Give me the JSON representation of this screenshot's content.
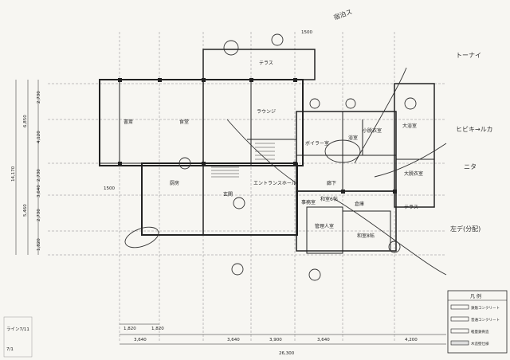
{
  "rooms": {
    "study": "書斎",
    "dining": "食堂",
    "lounge": "ラウンジ",
    "kitchen": "厨房",
    "entrance": "玄関",
    "entrance_hall": "エントランスホール",
    "corridor": "廊下",
    "boiler": "ボイラー室",
    "bath": "浴室",
    "small_closet": "小脱衣室",
    "big_bath": "大浴室",
    "big_closet": "大脱衣室",
    "terrace_top": "テラス",
    "terrace_right": "テラス",
    "office": "事務室",
    "staff": "管理人室",
    "storage": "倉庫",
    "room_6": "和室6帖",
    "room_8": "和室8帖"
  },
  "dimensions": {
    "top_1500": "1500",
    "left_1500": "1500",
    "total_width": "26,300",
    "bottom": [
      "3,640",
      "3,640",
      "3,900",
      "3,640",
      "4,200"
    ],
    "bottom_small": [
      "1,820",
      "1,820"
    ],
    "left": [
      "2,730",
      "4,120",
      "2,730",
      "3,640",
      "2,730",
      "1,820"
    ],
    "left_outer": [
      "6,850",
      "5,460",
      "14,170"
    ]
  },
  "annotations": {
    "hand_top": "宿泊ス",
    "hand_right1": "トーナイ",
    "hand_right2": "ヒビキ→ルカ",
    "hand_right3": "ニタ",
    "hand_right4": "左デ(分配)"
  },
  "legend": {
    "title": "凡 例",
    "items": [
      "鉄筋コンクリート",
      "普通コンクリート",
      "軽量鉄骨造",
      "木造壁仕様"
    ]
  },
  "footer": {
    "line1": "ライン7/11",
    "line2": "7/1"
  },
  "colors": {
    "ink": "#222222",
    "paper": "#f7f6f2"
  }
}
